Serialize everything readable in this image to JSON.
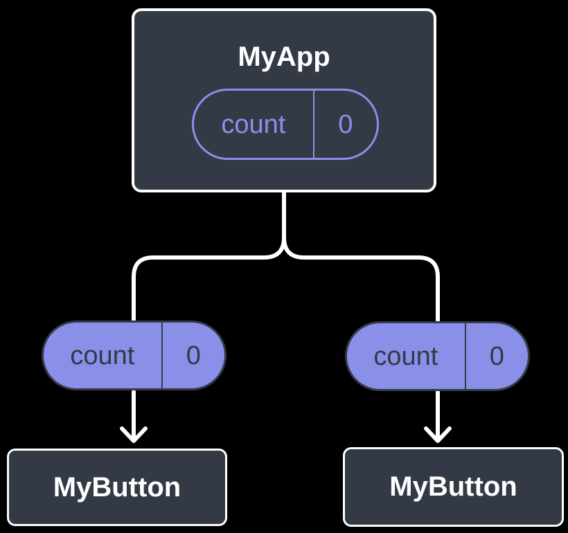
{
  "colors": {
    "background": "#000000",
    "box_fill": "#343A45",
    "box_border": "#FFFFFF",
    "pill_fill": "#8A90E8",
    "pill_outline": "#8A90E8",
    "pill_text_dark": "#333947",
    "title_text": "#FFFFFF",
    "connector": "#FFFFFF"
  },
  "tree": {
    "root": {
      "title": "MyApp",
      "state": {
        "label": "count",
        "value": "0"
      }
    },
    "children": [
      {
        "title": "MyButton",
        "prop": {
          "label": "count",
          "value": "0"
        }
      },
      {
        "title": "MyButton",
        "prop": {
          "label": "count",
          "value": "0"
        }
      }
    ]
  }
}
